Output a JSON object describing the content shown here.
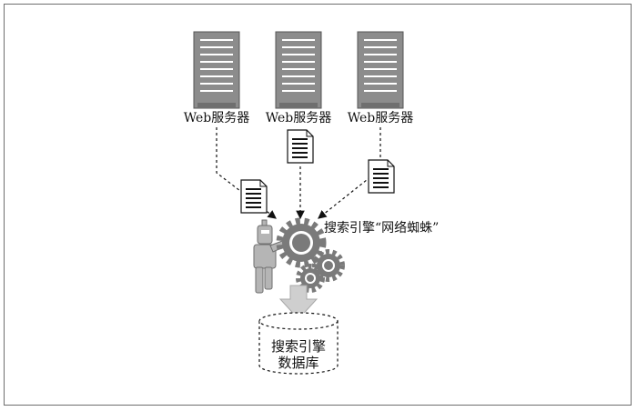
{
  "servers": [
    {
      "label": "Web服务器"
    },
    {
      "label": "Web服务器"
    },
    {
      "label": "Web服务器"
    }
  ],
  "spider": {
    "label": "搜索引擎“网络蜘蛛”"
  },
  "database": {
    "line1": "搜索引擎",
    "line2": "数据库"
  },
  "icons": {
    "server": "server-rack-icon",
    "document": "document-icon",
    "gear": "gear-icon",
    "robot": "robot-icon",
    "database": "database-cylinder-icon"
  },
  "colors": {
    "server": "#8c8c8c",
    "gear": "#7a7a7a",
    "robot": "#b5b5b5",
    "arrow_fill": "#cfcfcf"
  }
}
